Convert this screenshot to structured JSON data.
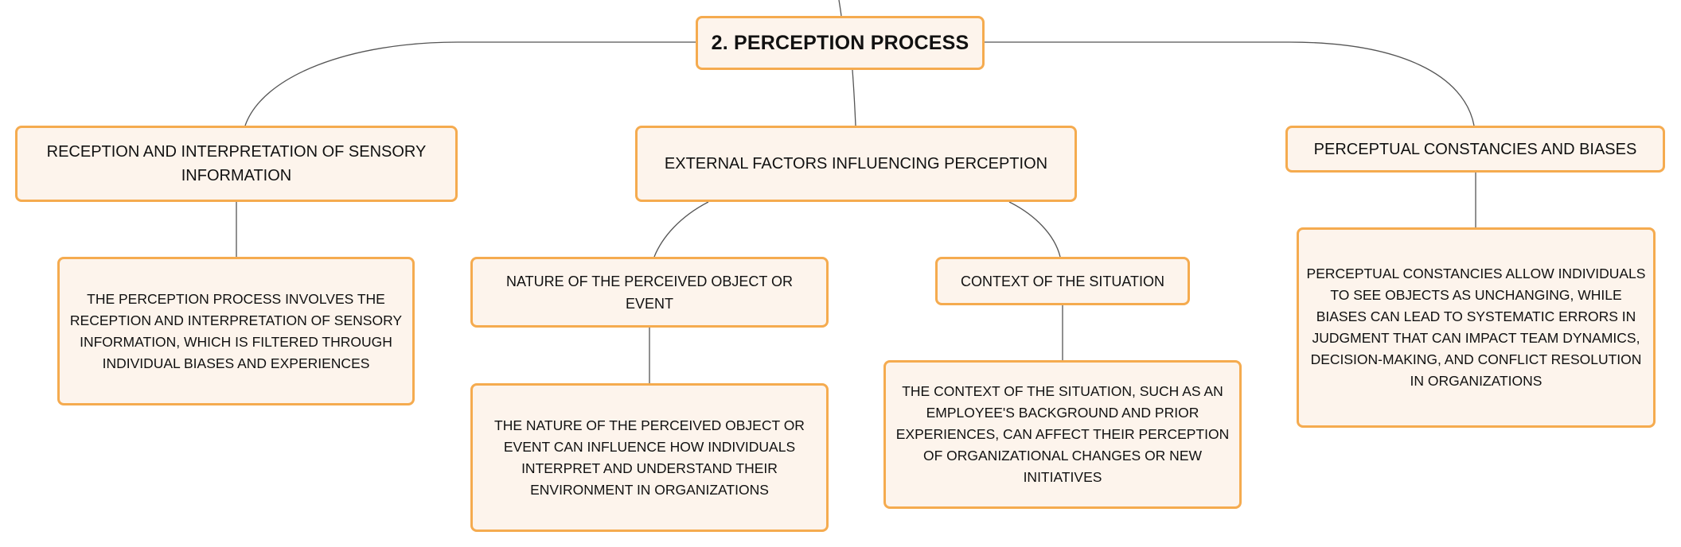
{
  "diagram": {
    "root": {
      "label": "2. PERCEPTION PROCESS"
    },
    "branches": [
      {
        "label": "RECEPTION AND INTERPRETATION OF SENSORY INFORMATION",
        "description": "THE PERCEPTION PROCESS INVOLVES THE RECEPTION AND INTERPRETATION OF SENSORY INFORMATION, WHICH IS FILTERED THROUGH INDIVIDUAL BIASES AND EXPERIENCES"
      },
      {
        "label": "EXTERNAL FACTORS INFLUENCING PERCEPTION",
        "children": [
          {
            "label": "NATURE OF THE PERCEIVED OBJECT OR EVENT",
            "description": "THE NATURE OF THE PERCEIVED OBJECT OR EVENT CAN INFLUENCE HOW INDIVIDUALS INTERPRET AND UNDERSTAND THEIR ENVIRONMENT IN ORGANIZATIONS"
          },
          {
            "label": "CONTEXT OF THE SITUATION",
            "description": "THE CONTEXT OF THE SITUATION, SUCH AS AN EMPLOYEE'S BACKGROUND AND PRIOR EXPERIENCES, CAN AFFECT THEIR PERCEPTION OF ORGANIZATIONAL CHANGES OR NEW INITIATIVES"
          }
        ]
      },
      {
        "label": "PERCEPTUAL CONSTANCIES AND BIASES",
        "description": "PERCEPTUAL CONSTANCIES ALLOW INDIVIDUALS TO SEE OBJECTS AS UNCHANGING, WHILE BIASES CAN LEAD TO SYSTEMATIC ERRORS IN JUDGMENT THAT CAN IMPACT TEAM DYNAMICS, DECISION-MAKING, AND CONFLICT RESOLUTION IN ORGANIZATIONS"
      }
    ],
    "colors": {
      "node_fill": "#fdf4ec",
      "node_border": "#f5ab4f",
      "connector": "#555555",
      "text": "#111111"
    }
  }
}
